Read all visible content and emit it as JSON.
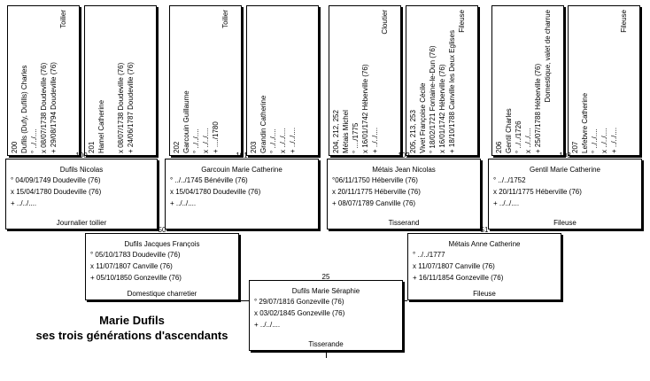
{
  "title": {
    "line1": "Marie Dufils",
    "line2": "ses trois générations d'ascendants"
  },
  "gen3": [
    {
      "num": "200",
      "name": "Dufils (Dufy, Dufills) Charles",
      "birth": "° ../../....",
      "marriage": "x 08/07/1738 Doudeville (76)",
      "death": "+ 29/08/1794 Doudeville (76)",
      "occupation": "Toilier"
    },
    {
      "num": "201",
      "name": "Hamel Catherine",
      "birth": "",
      "marriage": "x 08/07/1738 Doudeville (76)",
      "death": "+ 24/06/1787 Doudeville (76)",
      "occupation": ""
    },
    {
      "num": "202",
      "name": "Garcouin Guillaume",
      "birth": "° ../../....",
      "marriage": "x ../../....",
      "death": "+ ..../1780",
      "occupation": "Toilier"
    },
    {
      "num": "203",
      "name": "Grandin Catherine",
      "birth": "° ../../....",
      "marriage": "x ../../....",
      "death": "+ ../../....",
      "occupation": ""
    },
    {
      "num": "204, 212, 252",
      "name": "Métais Michel",
      "birth": "° ..../1775",
      "marriage": "x 16/01/1742 Héberville (76)",
      "death": "+ ../../....",
      "occupation": "Cloutier"
    },
    {
      "num": "205, 213, 253",
      "name": "Vivet Françoise Cécile",
      "birth": "° 18/02/1721 Fontaine-le-Dun (76)",
      "marriage": "x 16/01/1742 Héberville (76)",
      "death": "+ 18/10/1788 Canville les Deux Eglises",
      "occupation": "Fileuse"
    },
    {
      "num": "206",
      "name": "Gentil Charles",
      "birth": "° ../../1726",
      "marriage": "x ../../....",
      "death": "+ 25/07/1788 Héberville (76)",
      "occupation": "Domestique, valet de charrue"
    },
    {
      "num": "207",
      "name": "Lefebvre Catherine",
      "birth": "° ../../....",
      "marriage": "x ../../....",
      "death": "+ ../../....",
      "occupation": "Fileuse"
    }
  ],
  "gen2": [
    {
      "num": "100",
      "name": "Dufils Nicolas",
      "birth": "° 04/09/1749 Doudeville (76)",
      "marriage": "x 15/04/1780 Doudeville (76)",
      "death": "+ ../../....",
      "occupation": "Journalier toilier"
    },
    {
      "num": "101",
      "name": "Garcouin Marie Catherine",
      "birth": "° ../../1745 Bénéville (76)",
      "marriage": "x 15/04/1780 Doudeville (76)",
      "death": "+ ../../....",
      "occupation": ""
    },
    {
      "num": "102",
      "name": "Métais Jean Nicolas",
      "birth": "°06/11/1750 Héberville (76)",
      "marriage": "x 20/11/1775 Héberville (76)",
      "death": "+ 08/07/1789 Canville (76)",
      "occupation": "Tisserand"
    },
    {
      "num": "103",
      "name": "Gentil Marie Catherine",
      "birth": "° ../../1752",
      "marriage": "x 20/11/1775 Héberville (76)",
      "death": "+ ../../....",
      "occupation": "Fileuse"
    }
  ],
  "gen1": [
    {
      "num": "50",
      "name": "Dufils Jacques François",
      "birth": "° 05/10/1783 Doudeville (76)",
      "marriage": "x 11/07/1807 Canville (76)",
      "death": "+ 05/10/1850 Gonzeville (76)",
      "occupation": "Domestique charretier"
    },
    {
      "num": "51",
      "name": "Métais Anne Catherine",
      "birth": "° ../../1777",
      "marriage": "x 11/07/1807 Canville (76)",
      "death": "+ 16/11/1854 Gonzeville (76)",
      "occupation": "Fileuse"
    }
  ],
  "root": {
    "num": "25",
    "name": "Dufils Marie Séraphie",
    "birth": "° 29/07/1816 Gonzeville (76)",
    "marriage": "x 03/02/1845 Gonzeville (76)",
    "death": "+ ../../....",
    "occupation": "Tisserande"
  }
}
